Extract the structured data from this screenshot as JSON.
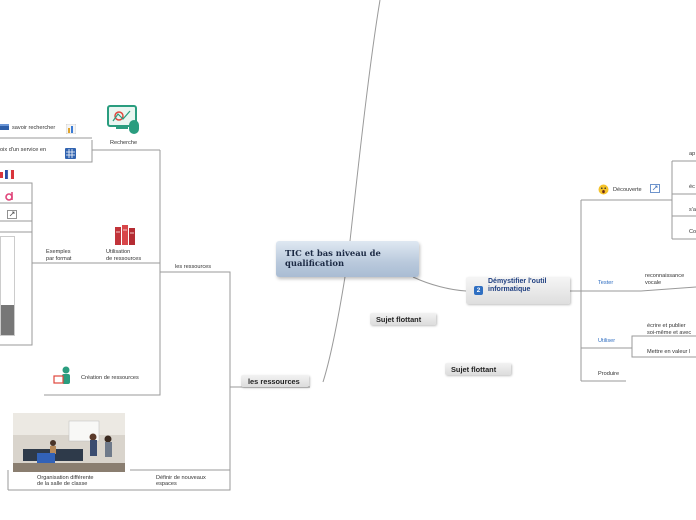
{
  "central": {
    "title": "TIC et bas niveau de qualification"
  },
  "main_topics": {
    "ressources": "les ressources",
    "demystifier_number": "2",
    "demystifier": "Démystifier l'outil informatique",
    "floating_1": "Sujet flottant",
    "floating_2": "Sujet flottant"
  },
  "left": {
    "savoir_rechercher": "savoir rechercher",
    "service_en": "oix d'un service en",
    "recherche": "Recherche",
    "exemples_1": "Exemples",
    "exemples_2": "par format",
    "utilisation_1": "Utilisation",
    "utilisation_2": "de ressources",
    "les_ressources_small": "les ressources",
    "creation": "Création de ressources",
    "organisation_1": "Organisation différente",
    "organisation_2": "de la salle de classe",
    "definir_1": "Définir de nouveaux",
    "definir_2": "espaces"
  },
  "right": {
    "decouverte": "Découverte",
    "tester": "Tester",
    "utiliser": "Utiliser",
    "produire": "Produire",
    "reco_1": "reconnaissance",
    "reco_2": "vocale",
    "ecrire_1": "écrire et publier",
    "ecrire_2": "soi-même et avec",
    "mettre": "Mettre en valeur l",
    "edge_ap": "ap",
    "edge_ec": "éc",
    "edge_s": "s'a",
    "edge_co": "Co"
  },
  "colors": {
    "line": "#9a9a9a",
    "blue_label": "#2d6cc0",
    "central_bg": "#b9c9dc",
    "demystifier_text": "#1f3f80"
  }
}
